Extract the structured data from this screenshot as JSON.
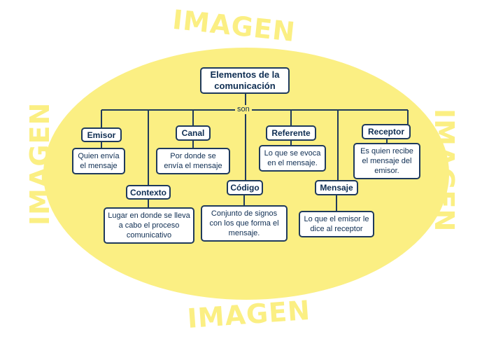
{
  "watermark": "IMAGEN",
  "title": "Elementos de la comunicación",
  "connector": "son",
  "nodes": {
    "emisor": {
      "label": "Emisor",
      "desc": "Quien envía el mensaje"
    },
    "canal": {
      "label": "Canal",
      "desc": "Por donde se envía el mensaje"
    },
    "referente": {
      "label": "Referente",
      "desc": "Lo que se evoca en el mensaje."
    },
    "receptor": {
      "label": "Receptor",
      "desc": "Es quien recibe el mensaje del emisor."
    },
    "contexto": {
      "label": "Contexto",
      "desc": "Lugar en donde se lleva a cabo el proceso comunicativo"
    },
    "codigo": {
      "label": "Código",
      "desc": "Conjunto de signos con los que forma el mensaje."
    },
    "mensaje": {
      "label": "Mensaje",
      "desc": "Lo que el emisor le dice al receptor"
    }
  },
  "colors": {
    "background_ellipse": "#fbef83",
    "border": "#1f3a5c",
    "text": "#0e2d52"
  }
}
